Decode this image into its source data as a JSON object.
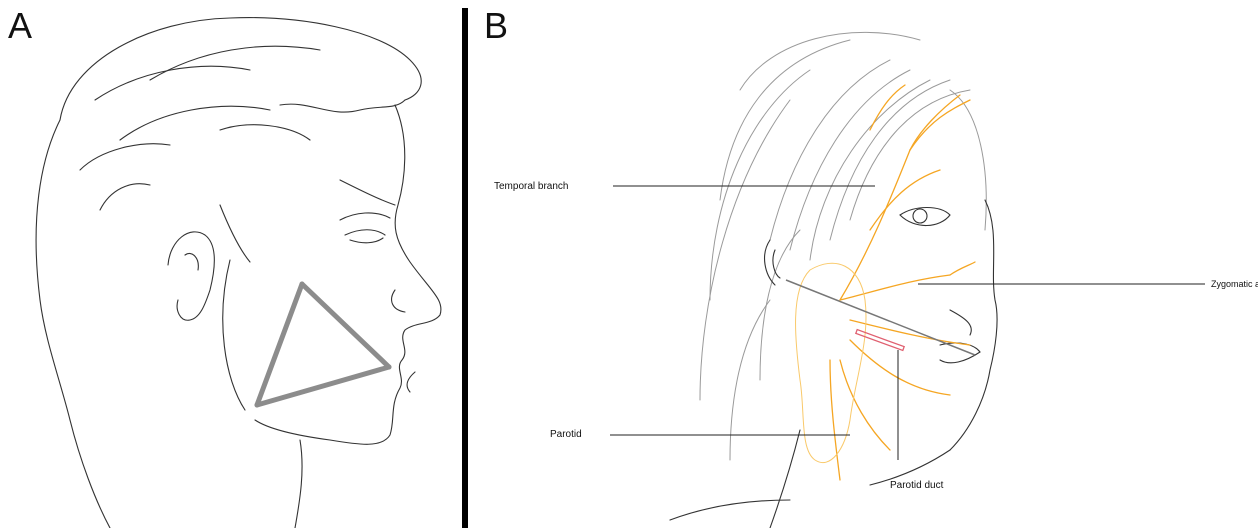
{
  "panels": {
    "a": {
      "letter": "A"
    },
    "b": {
      "letter": "B"
    }
  },
  "labels": {
    "temporal_branch": "Temporal branch",
    "zygomatic_arch": "Zygomatic arch",
    "parotid": "Parotid",
    "parotid_duct": "Parotid duct"
  },
  "colors": {
    "nerve": "#f5a623",
    "triangle": "#8c8c8c",
    "duct": "#e06070",
    "sketch": "#333333",
    "hair": "#9a9a9a"
  }
}
